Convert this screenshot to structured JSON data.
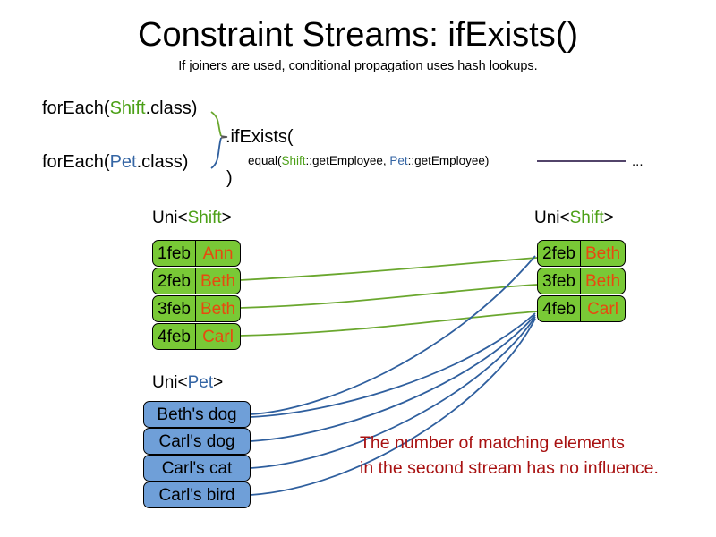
{
  "slide": {
    "title": "Constraint Streams: ifExists()",
    "subtitle": "If joiners are used, conditional propagation uses hash lookups."
  },
  "code": {
    "foreach_shift_prefix": "forEach(",
    "foreach_shift_type": "Shift",
    "foreach_shift_suffix": ".class)",
    "foreach_pet_prefix": "forEach(",
    "foreach_pet_type": "Pet",
    "foreach_pet_suffix": ".class)",
    "if_exists": ".ifExists(",
    "equal_prefix": "equal(",
    "equal_shift_type": "Shift",
    "equal_shift_method": "::getEmployee, ",
    "equal_pet_type": "Pet",
    "equal_pet_method": "::getEmployee)",
    "close_paren": ")",
    "ellipsis": "..."
  },
  "streams": {
    "shift_left": {
      "label_prefix": "Uni<",
      "label_type": "Shift",
      "label_suffix": ">",
      "rows": [
        {
          "date": "1feb",
          "name": "Ann"
        },
        {
          "date": "2feb",
          "name": "Beth"
        },
        {
          "date": "3feb",
          "name": "Beth"
        },
        {
          "date": "4feb",
          "name": "Carl"
        }
      ]
    },
    "shift_right": {
      "label_prefix": "Uni<",
      "label_type": "Shift",
      "label_suffix": ">",
      "rows": [
        {
          "date": "2feb",
          "name": "Beth"
        },
        {
          "date": "3feb",
          "name": "Beth"
        },
        {
          "date": "4feb",
          "name": "Carl"
        }
      ]
    },
    "pet": {
      "label_prefix": "Uni<",
      "label_type": "Pet",
      "label_suffix": ">",
      "rows": [
        {
          "text": "Beth's dog"
        },
        {
          "text": "Carl's dog"
        },
        {
          "text": "Carl's cat"
        },
        {
          "text": "Carl's bird"
        }
      ]
    }
  },
  "annotation": {
    "line1": "The number of matching elements",
    "line2": "in the second stream has no influence."
  },
  "colors": {
    "shift_green": "#4ca017",
    "pet_blue": "#3465a4",
    "box_green_fill": "#79c936",
    "box_blue_fill": "#6f9fd8",
    "name_orange": "#e8490f",
    "note_red": "#a81111",
    "wire_green": "#6aa72e",
    "wire_blue": "#2f5f9e",
    "rule_dark": "#3a2a55"
  }
}
